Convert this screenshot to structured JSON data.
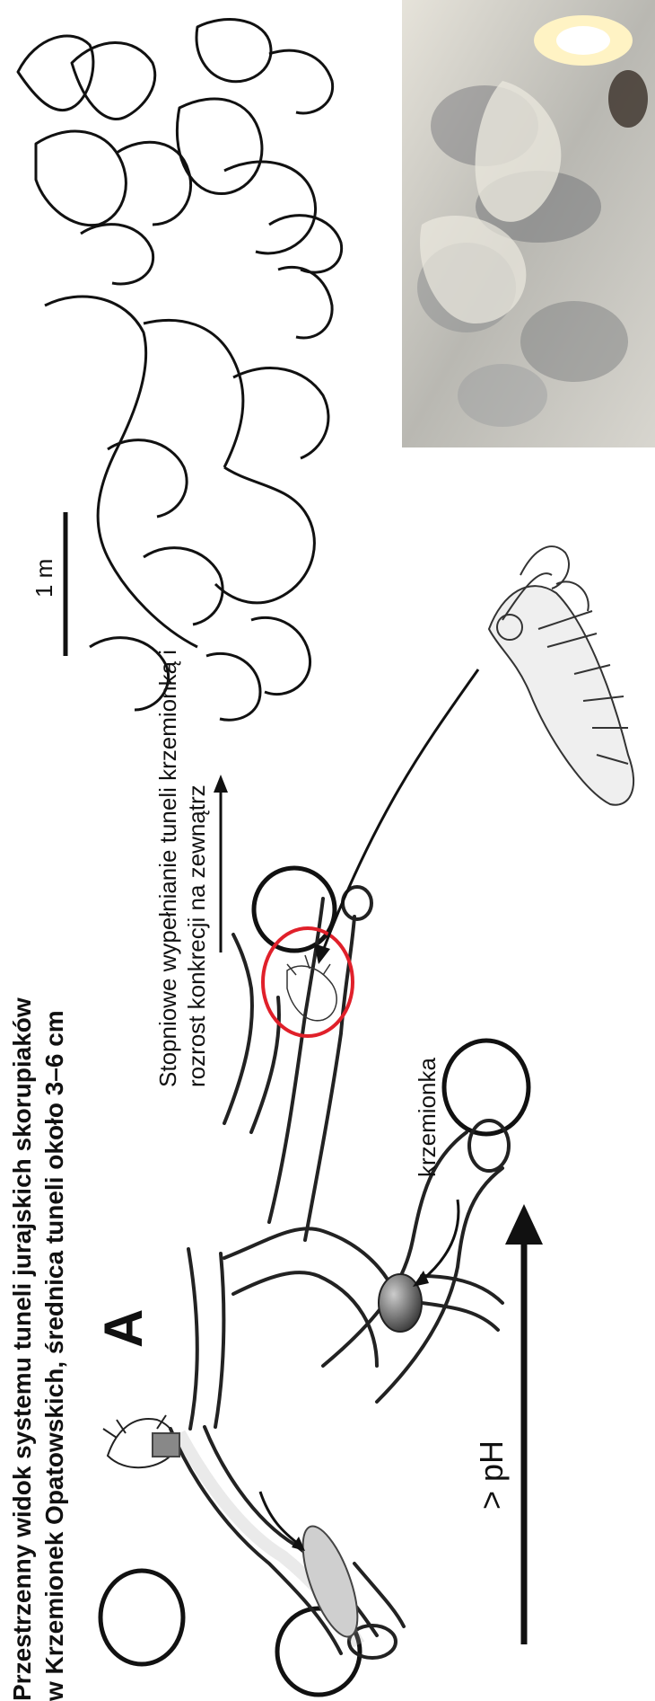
{
  "title_line1": "Przestrzenny widok systemu tuneli jurajskich skorupiaków",
  "title_line2": "w Krzemionek Opatowskich, średnica tuneli około 3–6 cm",
  "panel_label": "A",
  "caption_line1": "Stopniowe wypełnianie tuneli krzemionką i",
  "caption_line2": "rozrost konkrecji na zewnątrz",
  "krzemionka_label": "krzemionka",
  "ph_label": "> pH",
  "scale_label": "1 m",
  "colors": {
    "highlight": "#e0202a",
    "ink": "#111111",
    "flint": "#555555",
    "photo_bg": "#cfcfc9"
  }
}
